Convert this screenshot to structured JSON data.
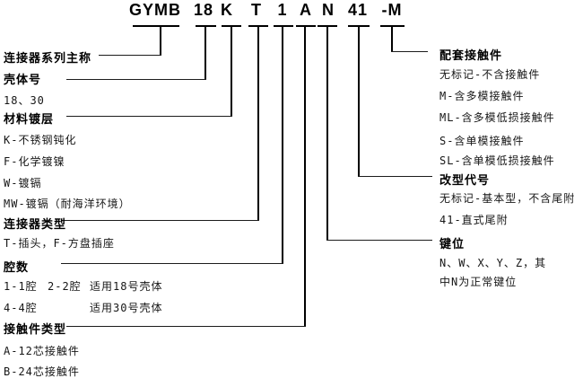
{
  "code": {
    "full_value": "GYMB 18 K T 1 A N 41 -M",
    "segments": [
      {
        "label": "GYMB"
      },
      {
        "label": "18"
      },
      {
        "label": "K"
      },
      {
        "label": "T"
      },
      {
        "label": "1"
      },
      {
        "label": "A"
      },
      {
        "label": "N"
      },
      {
        "label": "41"
      },
      {
        "label": "-M"
      }
    ]
  },
  "left": {
    "series": {
      "heading": "连接器系列主称"
    },
    "shell": {
      "heading": "壳体号",
      "options": "18、30"
    },
    "plating": {
      "heading": "材料镀层",
      "options": [
        "K-不锈钢钝化",
        "F-化学镀镍",
        "W-镀镉",
        "MW-镀镉（耐海洋环境）"
      ]
    },
    "connector_type": {
      "heading": "连接器类型",
      "options": "T-插头，F-方盘插座"
    },
    "cavity_count": {
      "heading": "腔数",
      "row1": [
        "1-1腔",
        "2-2腔",
        "适用18号壳体"
      ],
      "row2": [
        "4-4腔",
        "适用30号壳体"
      ]
    },
    "contact_type": {
      "heading": "接触件类型",
      "options": [
        "A-12芯接触件",
        "B-24芯接触件"
      ]
    }
  },
  "right": {
    "mating_contacts": {
      "heading": "配套接触件",
      "options": [
        "无标记-不含接触件",
        "M-含多模接触件",
        "ML-含多模低损接触件",
        "S-含单模接触件",
        "SL-含单模低损接触件"
      ]
    },
    "variant_code": {
      "heading": "改型代号",
      "options": [
        "无标记-基本型，不含尾附",
        "41-直式尾附"
      ]
    },
    "key_position": {
      "heading": "键位",
      "options": [
        "N、W、X、Y、Z，其",
        "中N为正常键位"
      ]
    }
  },
  "colors": {
    "line": "#000000",
    "text": "#000000",
    "background": "#ffffff"
  }
}
